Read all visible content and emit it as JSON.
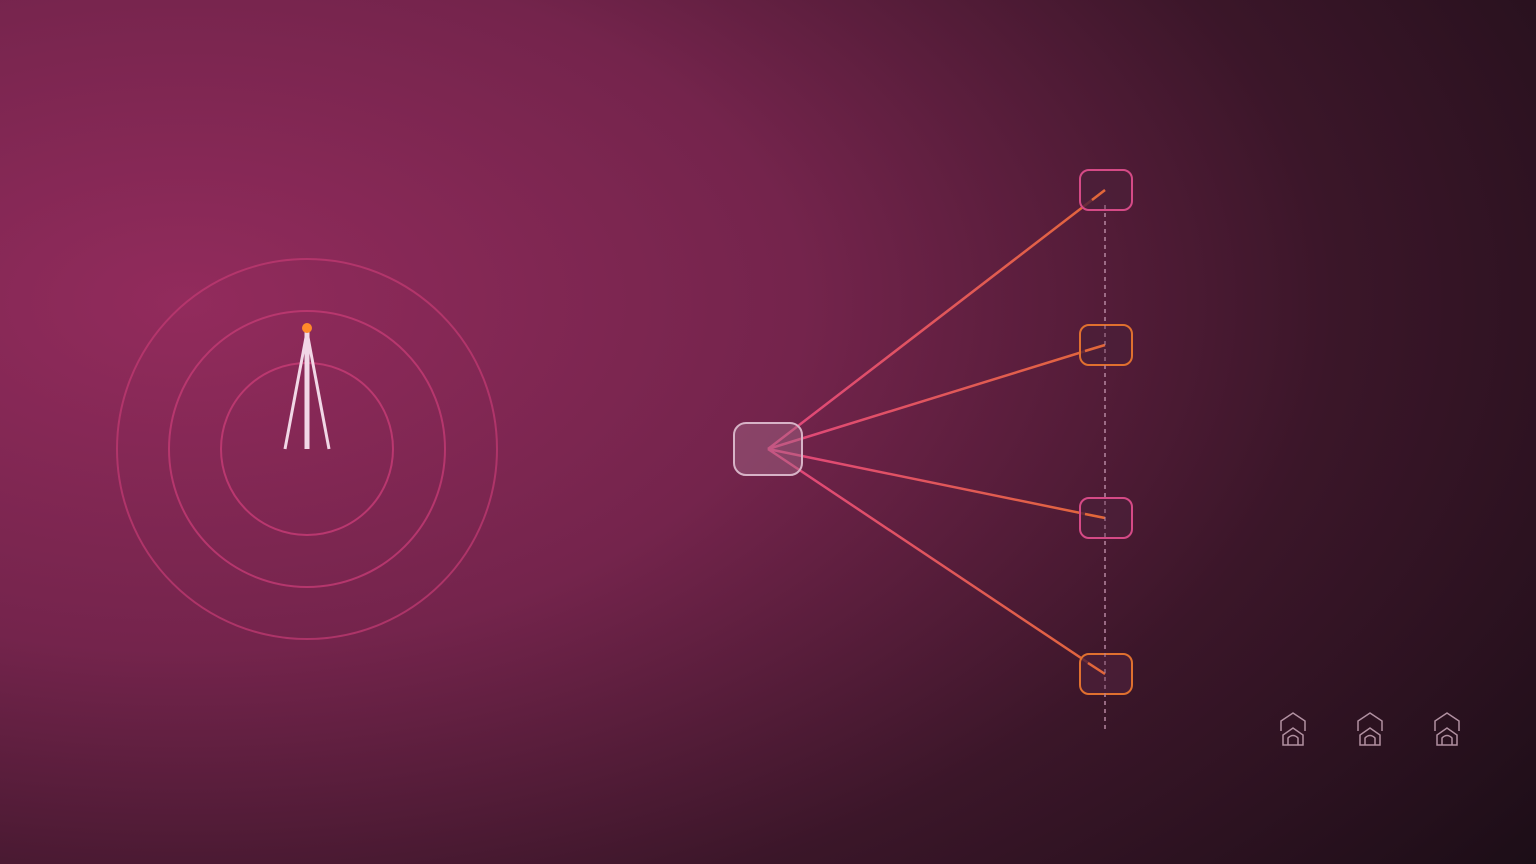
{
  "colors": {
    "background_light": "#8f2b5a",
    "background_mid": "#5a1d3e",
    "background_dark": "#1a0e16",
    "ring": "#c03a72",
    "antenna": "#f1d7e6",
    "antenna_tip": "#ff8a2a",
    "accent_pink": "#e0457e",
    "accent_orange": "#e2673a",
    "hub_fill": "#a36a8a",
    "hub_stroke": "#d7b3c7",
    "node_fill": "#4b1f38",
    "node_stroke_pink": "#d54a86",
    "node_stroke_orange": "#e0702f",
    "bus_line": "#b98aa4",
    "house_outline": "#c9a7b8"
  },
  "diagram": {
    "transmitter": {
      "icon": "radio-tower-icon",
      "rings": 3
    },
    "hub": {
      "icon": "hub-node"
    },
    "nodes": [
      {
        "id": "node-1",
        "accent": "pink"
      },
      {
        "id": "node-2",
        "accent": "orange"
      },
      {
        "id": "node-3",
        "accent": "pink"
      },
      {
        "id": "node-4",
        "accent": "orange"
      }
    ],
    "houses": [
      {
        "icon": "house-icon"
      },
      {
        "icon": "house-icon"
      },
      {
        "icon": "house-icon"
      }
    ]
  }
}
